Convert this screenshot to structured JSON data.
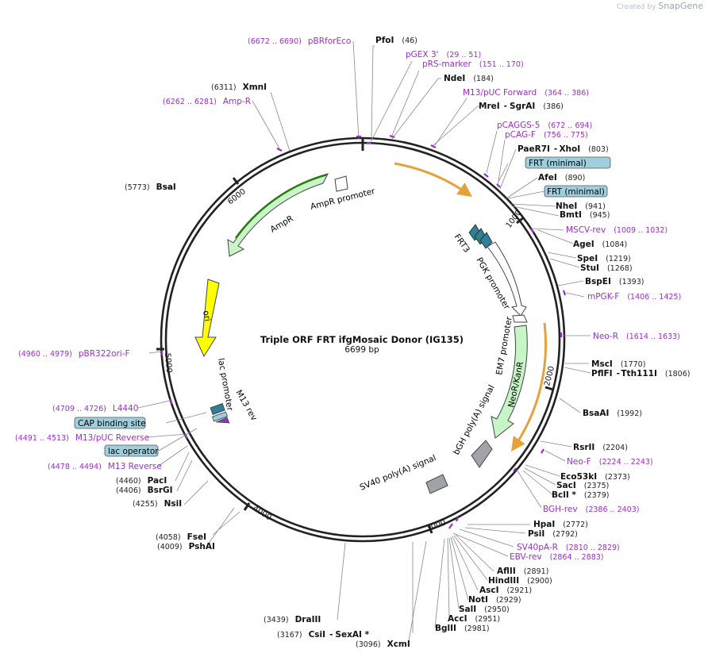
{
  "watermark": {
    "prefix": "Created by",
    "brand": "SnapGene"
  },
  "plasmid": {
    "name": "Triple ORF FRT ifgMosaic Donor (IG135)",
    "length": "6699 bp"
  },
  "ticks": [
    {
      "label": "1000"
    },
    {
      "label": "2000"
    },
    {
      "label": "3000"
    },
    {
      "label": "4000"
    },
    {
      "label": "5000"
    },
    {
      "label": "6000"
    }
  ],
  "features": [
    {
      "label": "AmpR promoter"
    },
    {
      "label": "AmpR"
    },
    {
      "label": "ori"
    },
    {
      "label": "lac promoter"
    },
    {
      "label": "M13 rev"
    },
    {
      "label": "FRT3"
    },
    {
      "label": "PGK promoter"
    },
    {
      "label": "EM7 promoter"
    },
    {
      "label": "NeoR/KanR"
    },
    {
      "label": "bGH poly(A) signal"
    },
    {
      "label": "SV40 poly(A) signal"
    }
  ],
  "enzymes": [
    {
      "name": "PfoI",
      "pos": "(46)"
    },
    {
      "name": "NdeI",
      "pos": "(184)"
    },
    {
      "name": "MreI",
      "name2": "SgrAI",
      "pos": "(386)"
    },
    {
      "name": "PaeR7I",
      "name2": "XhoI",
      "pos": "(803)"
    },
    {
      "name": "AfeI",
      "pos": "(890)"
    },
    {
      "name": "NheI",
      "pos": "(941)"
    },
    {
      "name": "BmtI",
      "pos": "(945)"
    },
    {
      "name": "AgeI",
      "pos": "(1084)"
    },
    {
      "name": "SpeI",
      "pos": "(1219)"
    },
    {
      "name": "StuI",
      "pos": "(1268)"
    },
    {
      "name": "BspEI",
      "pos": "(1393)"
    },
    {
      "name": "MscI",
      "pos": "(1770)"
    },
    {
      "name": "PflFI",
      "name2": "Tth111I",
      "pos": "(1806)"
    },
    {
      "name": "BsaAI",
      "pos": "(1992)"
    },
    {
      "name": "RsrII",
      "pos": "(2204)"
    },
    {
      "name": "Eco53kI",
      "pos": "(2373)"
    },
    {
      "name": "SacI",
      "pos": "(2375)"
    },
    {
      "name": "BclI *",
      "pos": "(2379)"
    },
    {
      "name": "HpaI",
      "pos": "(2772)"
    },
    {
      "name": "PsiI",
      "pos": "(2792)"
    },
    {
      "name": "AflII",
      "pos": "(2891)"
    },
    {
      "name": "HindIII",
      "pos": "(2900)"
    },
    {
      "name": "AscI",
      "pos": "(2921)"
    },
    {
      "name": "NotI",
      "pos": "(2929)"
    },
    {
      "name": "SalI",
      "pos": "(2950)"
    },
    {
      "name": "AccI",
      "pos": "(2951)"
    },
    {
      "name": "BglII",
      "pos": "(2981)"
    },
    {
      "name": "XcmI",
      "pos": "(3096)"
    },
    {
      "name": "CsiI",
      "name2": "SexAI *",
      "pos": "(3167)"
    },
    {
      "name": "DraIII",
      "pos": "(3439)"
    },
    {
      "name": "PshAI",
      "pos": "(4009)"
    },
    {
      "name": "FseI",
      "pos": "(4058)"
    },
    {
      "name": "NsiI",
      "pos": "(4255)"
    },
    {
      "name": "BsrGI",
      "pos": "(4406)"
    },
    {
      "name": "PacI",
      "pos": "(4460)"
    },
    {
      "name": "BsaI",
      "pos": "(5773)"
    },
    {
      "name": "XmnI",
      "pos": "(6311)"
    }
  ],
  "primers": [
    {
      "name": "pBRforEco",
      "pos": "(6672 .. 6690)"
    },
    {
      "name": "pGEX 3'",
      "pos": "(29 .. 51)"
    },
    {
      "name": "pRS-marker",
      "pos": "(151 .. 170)"
    },
    {
      "name": "M13/pUC Forward",
      "pos": "(364 .. 386)"
    },
    {
      "name": "pCAGGS-5",
      "pos": "(672 .. 694)"
    },
    {
      "name": "pCAG-F",
      "pos": "(756 .. 775)"
    },
    {
      "name": "MSCV-rev",
      "pos": "(1009 .. 1032)"
    },
    {
      "name": "mPGK-F",
      "pos": "(1406 .. 1425)"
    },
    {
      "name": "Neo-R",
      "pos": "(1614 .. 1633)"
    },
    {
      "name": "Neo-F",
      "pos": "(2224 .. 2243)"
    },
    {
      "name": "BGH-rev",
      "pos": "(2386 .. 2403)"
    },
    {
      "name": "SV40pA-R",
      "pos": "(2810 .. 2829)"
    },
    {
      "name": "EBV-rev",
      "pos": "(2864 .. 2883)"
    },
    {
      "name": "Amp-R",
      "pos": "(6262 .. 6281)"
    },
    {
      "name": "pBR322ori-F",
      "pos": "(4960 .. 4979)"
    },
    {
      "name": "L4440",
      "pos": "(4709 .. 4726)"
    },
    {
      "name": "M13/pUC Reverse",
      "pos": "(4491 .. 4513)"
    },
    {
      "name": "M13 Reverse",
      "pos": "(4478 .. 4494)"
    }
  ],
  "boxed": [
    {
      "label": "FRT (minimal)"
    },
    {
      "label": "FRT (minimal)"
    },
    {
      "label": "CAP binding site"
    },
    {
      "label": "lac operator"
    }
  ],
  "colors": {
    "backbone": "#222222",
    "primer": "#9a2fc8",
    "ampr": "#c8f5c8",
    "ampr_arrow": "#2f7a10",
    "ori": "#ffff00",
    "neo": "#c8f5c8",
    "polya": "#a0a4a8",
    "frt": "#2f7f96",
    "box_fill": "#9fcfdc",
    "orf_arrow": "#e5a23a"
  }
}
